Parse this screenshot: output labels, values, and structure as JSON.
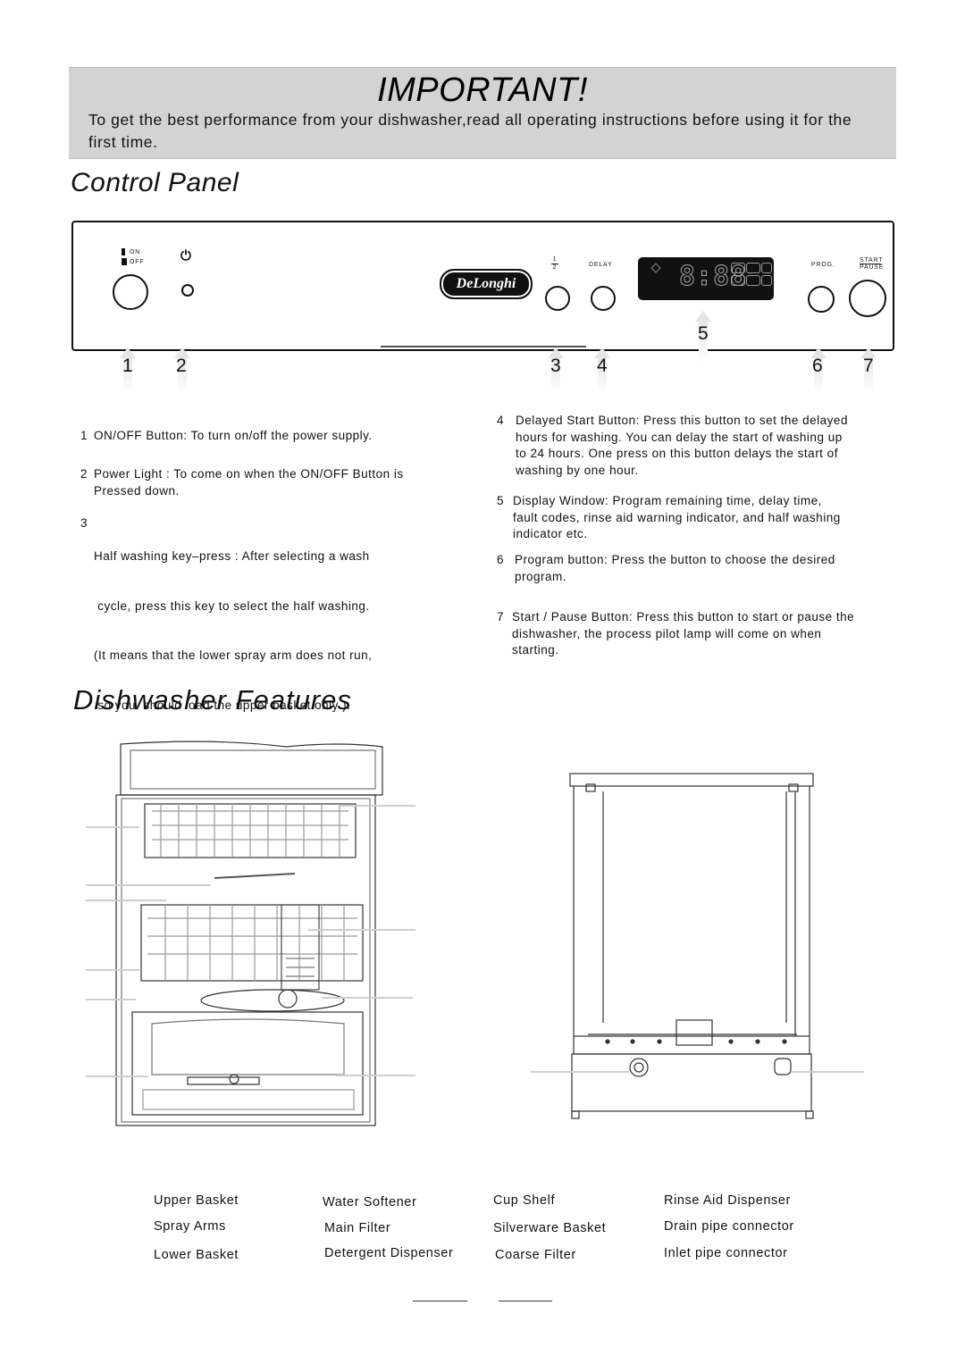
{
  "banner": {
    "title": "IMPORTANT!",
    "text": "To get the best performance from your dishwasher,read all operating instructions before using it for the first time."
  },
  "sections": {
    "control_panel_title": "Control Panel",
    "features_title": "Dishwasher Features"
  },
  "panel": {
    "on_label": "ON",
    "off_label": "OFF",
    "power_symbol": "⏻",
    "brand": "DeLonghi",
    "half_top": "1",
    "half_bottom": "2",
    "delay_label": "DELAY",
    "display_digits": "8:88",
    "prog_label": "PROG.",
    "start_label": "START",
    "pause_label": "PAUSE"
  },
  "callouts": {
    "c1": "1",
    "c2": "2",
    "c3": "3",
    "c4": "4",
    "c5": "5",
    "c6": "6",
    "c7": "7"
  },
  "descriptions": {
    "left": [
      {
        "num": "1",
        "lines": [
          "ON/OFF Button: To turn on/off the power supply."
        ]
      },
      {
        "num": "2",
        "lines": [
          "Power Light : To come on when the ON/OFF Button is",
          "Pressed down."
        ]
      },
      {
        "num": "3",
        "lines": [
          "Half washing key–press : After selecting a wash",
          " cycle, press this key to select the half washing.",
          "(It means that the lower spray arm does not run,",
          " so you  should load the upper basket only )."
        ]
      }
    ],
    "right": [
      {
        "num": "4",
        "lines": [
          "Delayed Start Button: Press this button to set the delayed",
          "hours for washing. You can delay the start of washing up",
          "to 24 hours. One press on this button delays the start of",
          "washing by  one  hour."
        ]
      },
      {
        "num": "5",
        "lines": [
          "Display Window: Program remaining time, delay time,",
          "fault codes, rinse aid warning indicator, and half washing",
          "indicator etc."
        ]
      },
      {
        "num": "6",
        "lines": [
          "Program button: Press  the button to choose the desired",
          "program."
        ]
      },
      {
        "num": "7",
        "lines": [
          "Start / Pause Button: Press this button to start or pause the",
          "dishwasher, the process pilot lamp  will come on when",
          "starting."
        ]
      }
    ]
  },
  "legend": {
    "col1": [
      "Upper Basket",
      "Spray Arms",
      "Lower Basket"
    ],
    "col2": [
      "Water Softener",
      "Main Filter",
      "Detergent Dispenser"
    ],
    "col3": [
      "Cup Shelf",
      "Silverware Basket",
      "Coarse Filter"
    ],
    "col4": [
      "Rinse Aid Dispenser",
      "Drain pipe connector",
      "Inlet pipe connector"
    ]
  }
}
